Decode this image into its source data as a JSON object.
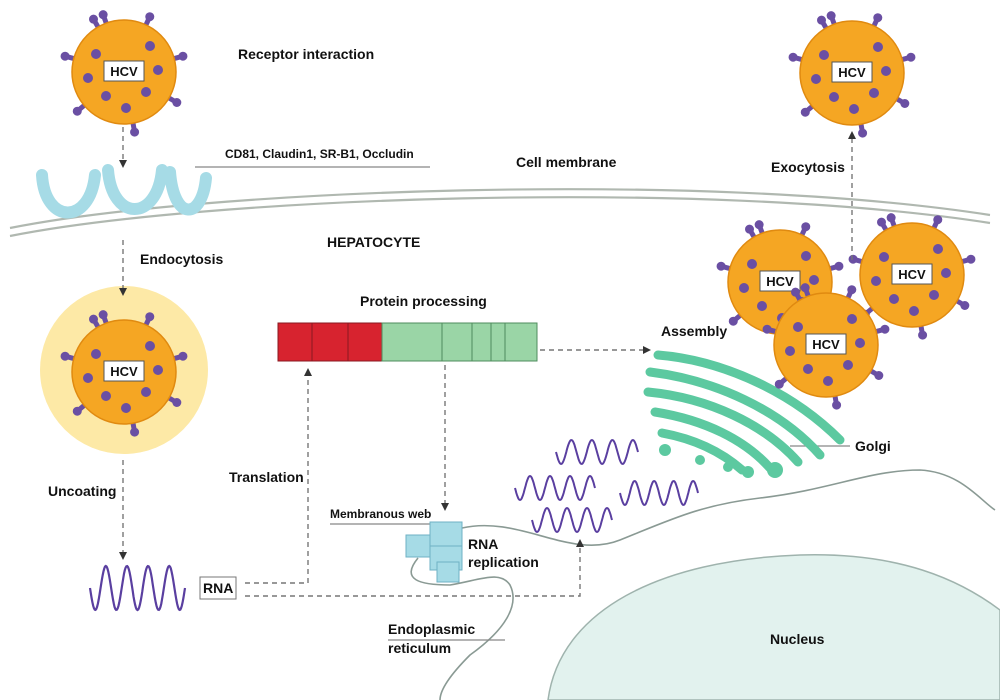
{
  "virus_label": "HCV",
  "labels": {
    "receptor_interaction": "Receptor interaction",
    "receptors": "CD81, Claudin1, SR-B1, Occludin",
    "cell_membrane": "Cell membrane",
    "exocytosis": "Exocytosis",
    "hepatocyte": "HEPATOCYTE",
    "endocytosis": "Endocytosis",
    "protein_processing": "Protein processing",
    "assembly": "Assembly",
    "golgi": "Golgi",
    "uncoating": "Uncoating",
    "translation": "Translation",
    "membranous_web": "Membranous web",
    "rna_replication_1": "RNA",
    "rna_replication_2": "replication",
    "rna": "RNA",
    "er_1": "Endoplasmic",
    "er_2": "reticulum",
    "nucleus": "Nucleus"
  },
  "colors": {
    "virus_fill": "#f5a623",
    "virus_stroke": "#e08a10",
    "glycoprotein": "#6a4fa3",
    "halo": "#fde9a6",
    "vesicle": "#a6dbe6",
    "polyprotein_red": "#d7232f",
    "polyprotein_green": "#9ad5a6",
    "golgi": "#5cc9a0",
    "rna": "#5a3fa0",
    "membrane_line": "#b0b8b0",
    "nucleus_fill": "#e2f2ee"
  }
}
